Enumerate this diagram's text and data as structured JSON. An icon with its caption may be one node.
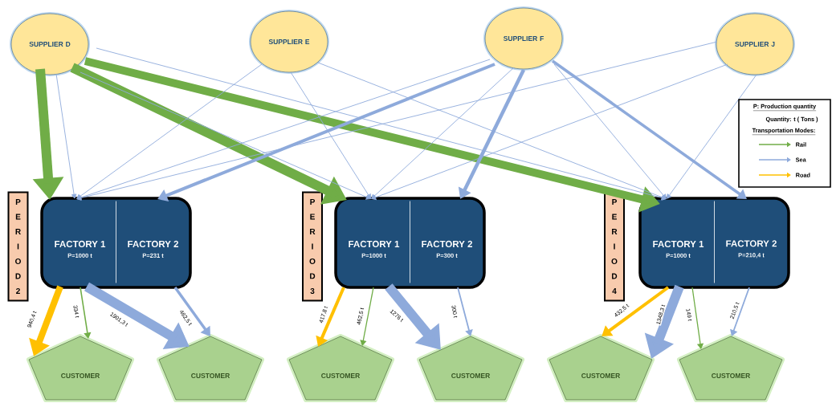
{
  "diagram": {
    "nodes": [
      {
        "text": [
          "SUPPLIER D"
        ]
      },
      {
        "text": [
          "SUPPLIER E"
        ]
      },
      {
        "text": [
          "SUPPLIER F"
        ]
      },
      {
        "text": [
          "SUPPLIER J"
        ]
      },
      {
        "text": [
          "P E R I O D 2"
        ]
      },
      {
        "text": [],
        "shape": "box"
      },
      {
        "text": [
          "FACTORY 1",
          "P=1000 t"
        ],
        "in": 5
      },
      {
        "text": [
          "FACTORY 2",
          "P=231 t"
        ],
        "in": 5
      },
      {
        "text": [
          "P E R I O D 3"
        ]
      },
      {
        "text": [],
        "shape": "box"
      },
      {
        "text": [
          "FACTORY 1",
          "P=1000 t"
        ],
        "in": 9
      },
      {
        "text": [
          "FACTORY 2",
          "P=300 t"
        ],
        "in": 9
      },
      {
        "text": [
          "P E R I O D 4"
        ]
      },
      {
        "text": [],
        "shape": "box"
      },
      {
        "text": [
          "FACTORY 1",
          "P=1000 t"
        ],
        "in": 13
      },
      {
        "text": [
          "FACTORY 2",
          "P=210,4 t"
        ],
        "in": 13
      },
      {
        "text": [
          "CUSTOMER"
        ]
      },
      {
        "text": [
          "CUSTOMER"
        ]
      },
      {
        "text": [
          "CUSTOMER"
        ]
      },
      {
        "text": [
          "CUSTOMER"
        ]
      },
      {
        "text": [
          "CUSTOMER"
        ]
      },
      {
        "text": [
          "CUSTOMER"
        ]
      }
    ],
    "edges": [
      {
        "from": 0,
        "to": 5,
        "arrow": "to",
        "style": "thick",
        "color": "#70ad47"
      },
      {
        "from": 0,
        "to": 6,
        "arrow": "to"
      },
      {
        "from": 0,
        "to": 9,
        "arrow": "to",
        "style": "thick",
        "color": "#70ad47"
      },
      {
        "from": 0,
        "to": 10,
        "arrow": "to"
      },
      {
        "from": 0,
        "to": 13,
        "arrow": "to",
        "style": "thick",
        "color": "#70ad47"
      },
      {
        "from": 0,
        "to": 14,
        "arrow": "to"
      },
      {
        "from": 1,
        "to": 6,
        "arrow": "to"
      },
      {
        "from": 1,
        "to": 10,
        "arrow": "to"
      },
      {
        "from": 1,
        "to": 14,
        "arrow": "to"
      },
      {
        "from": 2,
        "to": 6,
        "arrow": "to"
      },
      {
        "from": 2,
        "to": 7,
        "arrow": "to",
        "style": "thick"
      },
      {
        "from": 2,
        "to": 10,
        "arrow": "to"
      },
      {
        "from": 2,
        "to": 11,
        "arrow": "to",
        "style": "thick"
      },
      {
        "from": 2,
        "to": 14,
        "arrow": "to"
      },
      {
        "from": 2,
        "to": 15,
        "arrow": "to",
        "style": "thick"
      },
      {
        "from": 3,
        "to": 6,
        "arrow": "to"
      },
      {
        "from": 3,
        "to": 10,
        "arrow": "to"
      },
      {
        "from": 3,
        "to": 14,
        "arrow": "to"
      },
      {
        "from": 6,
        "to": 16,
        "arrow": "to",
        "label": "940,4 t",
        "style": "thick",
        "color": "#ffc000"
      },
      {
        "from": 6,
        "to": 16,
        "arrow": "to",
        "label": "334 t",
        "color": "#70ad47"
      },
      {
        "from": 6,
        "to": 17,
        "arrow": "to",
        "label": "1901,3 t",
        "style": "thick"
      },
      {
        "from": 7,
        "to": 17,
        "arrow": "to",
        "label": "462,5 t",
        "style": "thick"
      },
      {
        "from": 10,
        "to": 18,
        "arrow": "to",
        "label": "417,8 t",
        "style": "thick",
        "color": "#ffc000"
      },
      {
        "from": 10,
        "to": 18,
        "arrow": "to",
        "label": "462,5 t",
        "color": "#70ad47"
      },
      {
        "from": 10,
        "to": 19,
        "arrow": "to",
        "label": "1276 t",
        "style": "thick"
      },
      {
        "from": 11,
        "to": 19,
        "arrow": "to",
        "label": "300 t"
      },
      {
        "from": 14,
        "to": 20,
        "arrow": "to",
        "label": "432,5 t",
        "style": "thick",
        "color": "#ffc000"
      },
      {
        "from": 14,
        "to": 20,
        "arrow": "to",
        "label": "1348,3 t",
        "style": "thick"
      },
      {
        "from": 14,
        "to": 21,
        "arrow": "to",
        "label": "149 t",
        "color": "#70ad47"
      },
      {
        "from": 15,
        "to": 21,
        "arrow": "to",
        "label": "210,5 t"
      }
    ],
    "labels": [
      "P: Production quantity",
      "Quantity: t ( Tons )",
      "Transportation Modes:"
    ],
    "legend": [
      {
        "text": "Rail"
      },
      {
        "text": "Sea"
      },
      {
        "text": "Road"
      }
    ]
  }
}
